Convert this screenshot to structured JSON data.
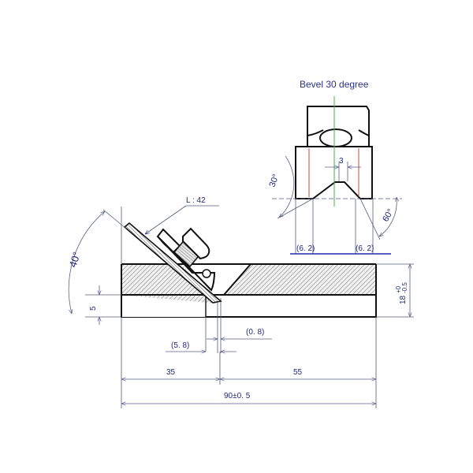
{
  "drawing": {
    "title": "Bevel 30 degree",
    "side_view": {
      "blade_length_label": "L : 42",
      "blade_angle_label": "40°",
      "mouth_height_label": "5",
      "thickness_label": "18",
      "thickness_tol_upper": "+0",
      "thickness_tol_lower": "-0.5",
      "gap_left_label": "(5. 8)",
      "gap_right_label": "(0. 8)",
      "left_length_label": "35",
      "right_length_label": "55",
      "total_length_label": "90±0. 5"
    },
    "end_view": {
      "center_width_label": "3",
      "left_angle_label": "30°",
      "right_angle_label": "60°",
      "left_offset_label": "(6. 2)",
      "right_offset_label": "(6. 2)"
    },
    "colors": {
      "dimension_text": "#1f2a7a",
      "outline": "#111111",
      "centerline": "#4caf50",
      "hidden_line": "#c0392b",
      "highlight_line": "#1c2aa8"
    }
  }
}
